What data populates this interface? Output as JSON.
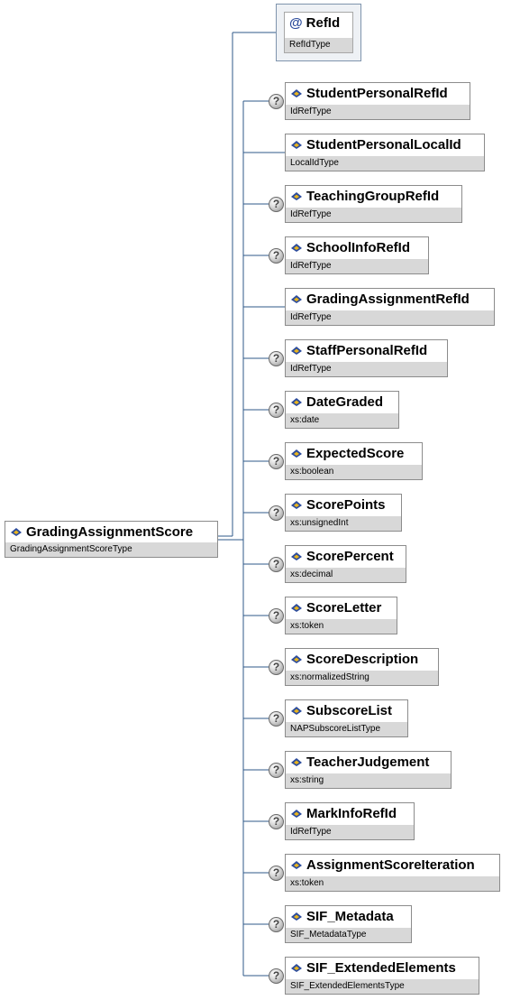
{
  "root": {
    "name": "GradingAssignmentScore",
    "type": "GradingAssignmentScoreType"
  },
  "attribute": {
    "symbol": "@",
    "name": "RefId",
    "type": "RefIdType"
  },
  "help_symbol": "?",
  "elements": [
    {
      "name": "StudentPersonalRefId",
      "type": "IdRefType",
      "optional": true
    },
    {
      "name": "StudentPersonalLocalId",
      "type": "LocalIdType",
      "optional": false
    },
    {
      "name": "TeachingGroupRefId",
      "type": "IdRefType",
      "optional": true
    },
    {
      "name": "SchoolInfoRefId",
      "type": "IdRefType",
      "optional": true
    },
    {
      "name": "GradingAssignmentRefId",
      "type": "IdRefType",
      "optional": false
    },
    {
      "name": "StaffPersonalRefId",
      "type": "IdRefType",
      "optional": true
    },
    {
      "name": "DateGraded",
      "type": "xs:date",
      "optional": true
    },
    {
      "name": "ExpectedScore",
      "type": "xs:boolean",
      "optional": true
    },
    {
      "name": "ScorePoints",
      "type": "xs:unsignedInt",
      "optional": true
    },
    {
      "name": "ScorePercent",
      "type": "xs:decimal",
      "optional": true
    },
    {
      "name": "ScoreLetter",
      "type": "xs:token",
      "optional": true
    },
    {
      "name": "ScoreDescription",
      "type": "xs:normalizedString",
      "optional": true
    },
    {
      "name": "SubscoreList",
      "type": "NAPSubscoreListType",
      "optional": true
    },
    {
      "name": "TeacherJudgement",
      "type": "xs:string",
      "optional": true
    },
    {
      "name": "MarkInfoRefId",
      "type": "IdRefType",
      "optional": true
    },
    {
      "name": "AssignmentScoreIteration",
      "type": "xs:token",
      "optional": true
    },
    {
      "name": "SIF_Metadata",
      "type": "SIF_MetadataType",
      "optional": true
    },
    {
      "name": "SIF_ExtendedElements",
      "type": "SIF_ExtendedElementsType",
      "optional": true
    }
  ],
  "colors": {
    "connector": "#2f5a8a",
    "box_border": "#8c8c8c",
    "type_band": "#d8d8d8"
  }
}
